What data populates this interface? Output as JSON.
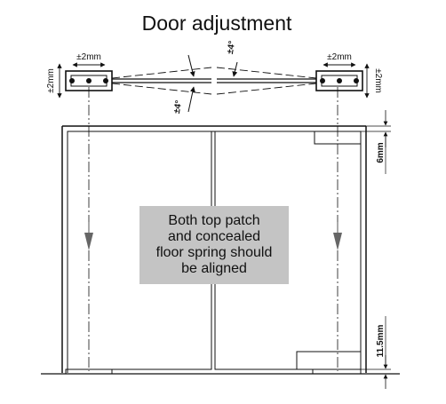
{
  "title": "Door adjustment",
  "dims": {
    "top_left_horizontal": "±2mm",
    "top_left_vertical": "±2mm",
    "top_right_horizontal": "±2mm",
    "top_right_vertical": "±2mm",
    "angle_top": "±4°",
    "angle_bottom": "±4°",
    "top_gap": "6mm",
    "bottom_gap": "11.5mm"
  },
  "note": {
    "lines": [
      "Both top patch",
      "and concealed",
      "floor spring should",
      "be aligned"
    ],
    "background": "#c4c4c4"
  }
}
